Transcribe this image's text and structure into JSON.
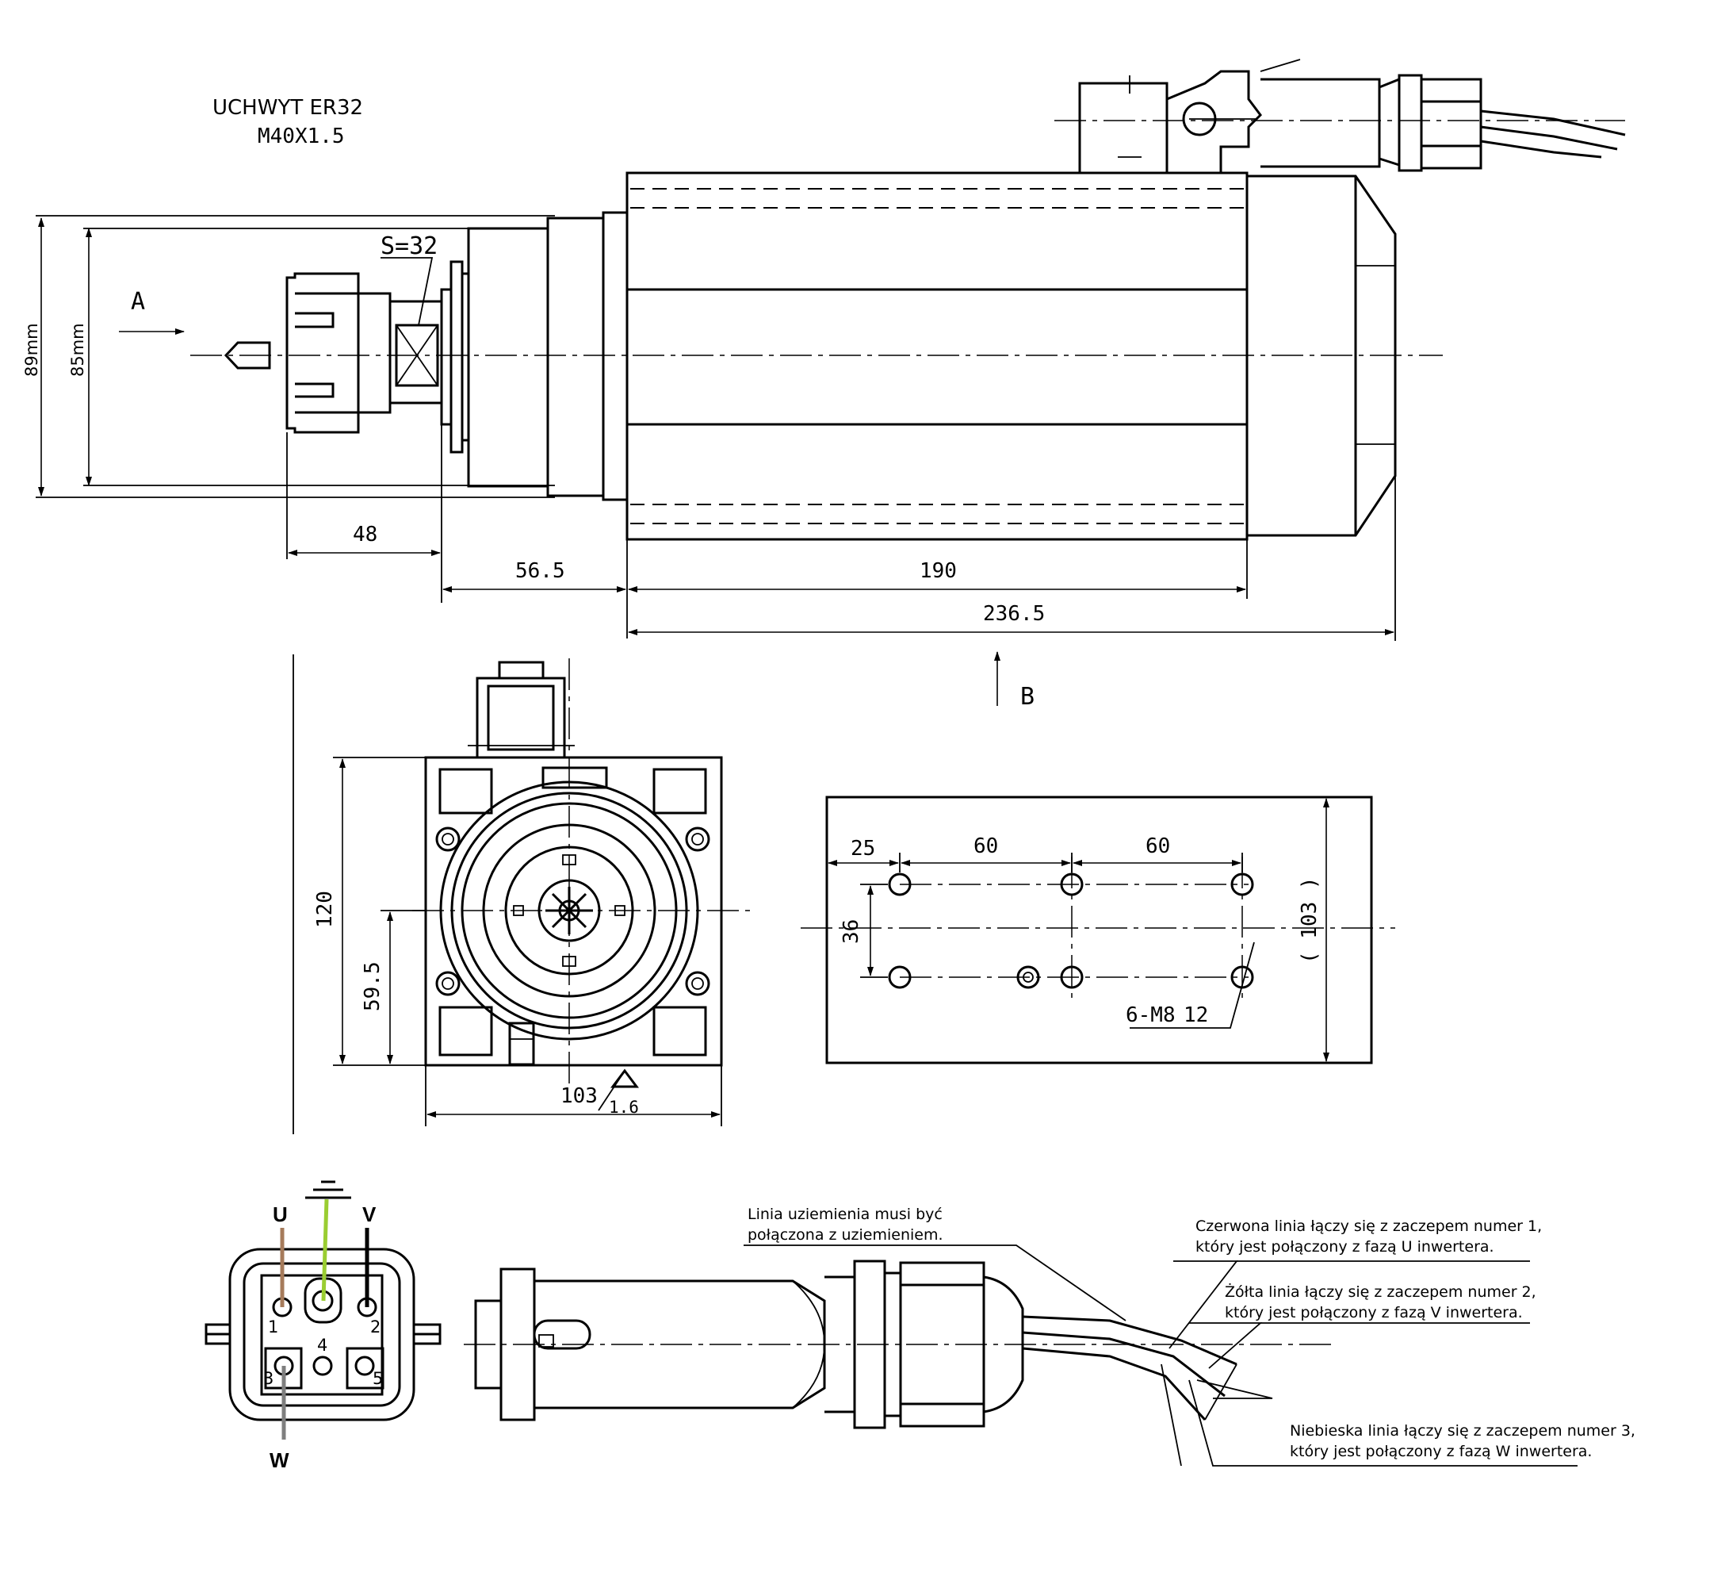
{
  "header": {
    "title_line1": "UCHWYT ER32",
    "title_line2": "M40X1.5"
  },
  "side_view": {
    "view_a": "A",
    "view_b": "B",
    "wrench": "S=32",
    "dim_89": "89mm",
    "dim_85": "85mm",
    "dim_48": "48",
    "dim_56_5": "56.5",
    "dim_190": "190",
    "dim_236_5": "236.5"
  },
  "front_view": {
    "dim_120": "120",
    "dim_59_5": "59.5",
    "dim_103": "103",
    "dim_1_6": "1.6"
  },
  "bottom_view": {
    "dim_25": "25",
    "dim_60a": "60",
    "dim_60b": "60",
    "dim_36": "36",
    "dim_103p": "( 103 )",
    "holes": "6-M8",
    "depth": "12"
  },
  "connector": {
    "label_u": "U",
    "label_v": "V",
    "label_w": "W",
    "pin1": "1",
    "pin2": "2",
    "pin3": "3",
    "pin4": "4",
    "pin5": "5",
    "wire_u_color": "#a67b5b",
    "wire_v_color": "#000000",
    "wire_w_color": "#7f7f7f",
    "wire_ground_color": "#9acd32"
  },
  "notes": {
    "ground_1": "Linia uziemienia musi być",
    "ground_2": "połączona z uziemieniem.",
    "red_1": "Czerwona linia łączy się z zaczepem numer 1,",
    "red_2": "który jest połączony z fazą U inwertera.",
    "yellow_1": "Żółta linia łączy się z zaczepem numer 2,",
    "yellow_2": "który jest połączony z fazą V inwertera.",
    "blue_1": "Niebieska linia łączy się z zaczepem numer 3,",
    "blue_2": "który jest połączony z fazą W inwertera."
  }
}
